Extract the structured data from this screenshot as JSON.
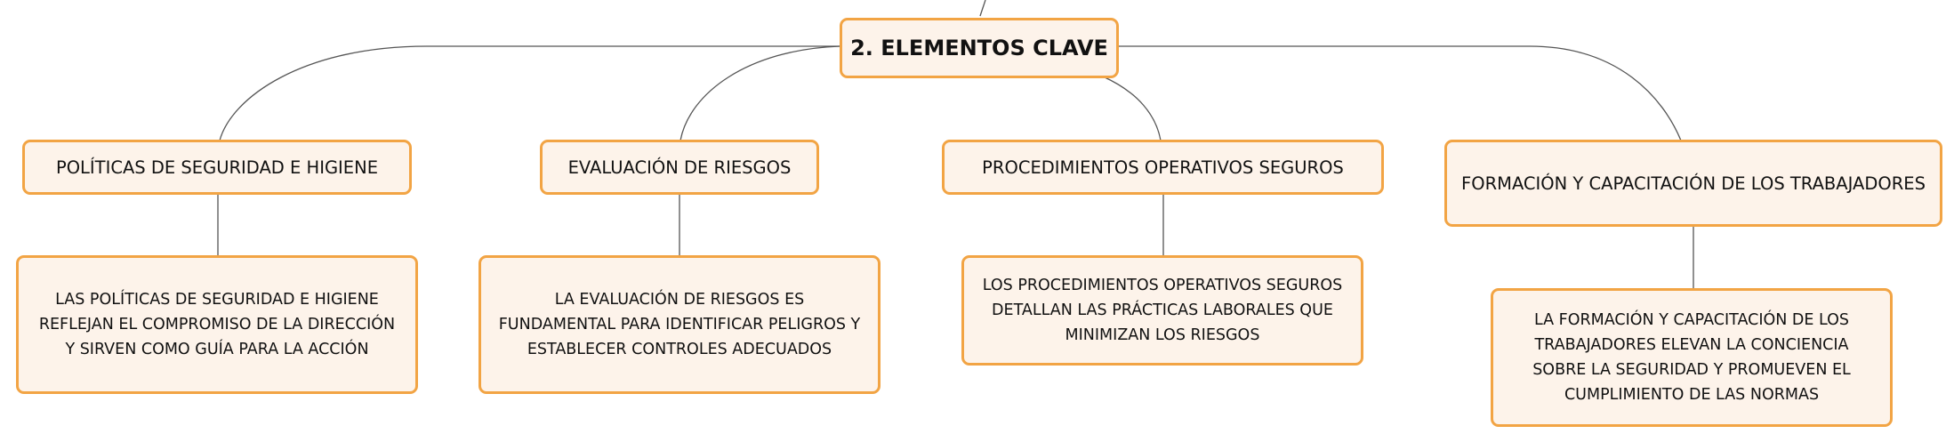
{
  "central": {
    "label": "2. ELEMENTOS CLAVE"
  },
  "topics": [
    {
      "label": "POLÍTICAS DE SEGURIDAD E HIGIENE",
      "detail": "LAS POLÍTICAS DE SEGURIDAD E HIGIENE REFLEJAN EL COMPROMISO DE LA DIRECCIÓN Y SIRVEN COMO GUÍA PARA LA ACCIÓN"
    },
    {
      "label": "EVALUACIÓN DE RIESGOS",
      "detail": "LA EVALUACIÓN DE RIESGOS ES FUNDAMENTAL PARA IDENTIFICAR PELIGROS Y ESTABLECER CONTROLES ADECUADOS"
    },
    {
      "label": "PROCEDIMIENTOS OPERATIVOS SEGUROS",
      "detail": "LOS PROCEDIMIENTOS OPERATIVOS SEGUROS DETALLAN LAS PRÁCTICAS LABORALES QUE MINIMIZAN LOS RIESGOS"
    },
    {
      "label": "FORMACIÓN Y CAPACITACIÓN DE LOS TRABAJADORES",
      "detail": "LA FORMACIÓN Y CAPACITACIÓN DE LOS TRABAJADORES ELEVAN LA CONCIENCIA SOBRE LA SEGURIDAD Y PROMUEVEN EL CUMPLIMIENTO DE LAS NORMAS"
    }
  ],
  "colors": {
    "node_fill": "#fdf3ea",
    "node_border": "#f2a444",
    "connector": "#555555"
  }
}
